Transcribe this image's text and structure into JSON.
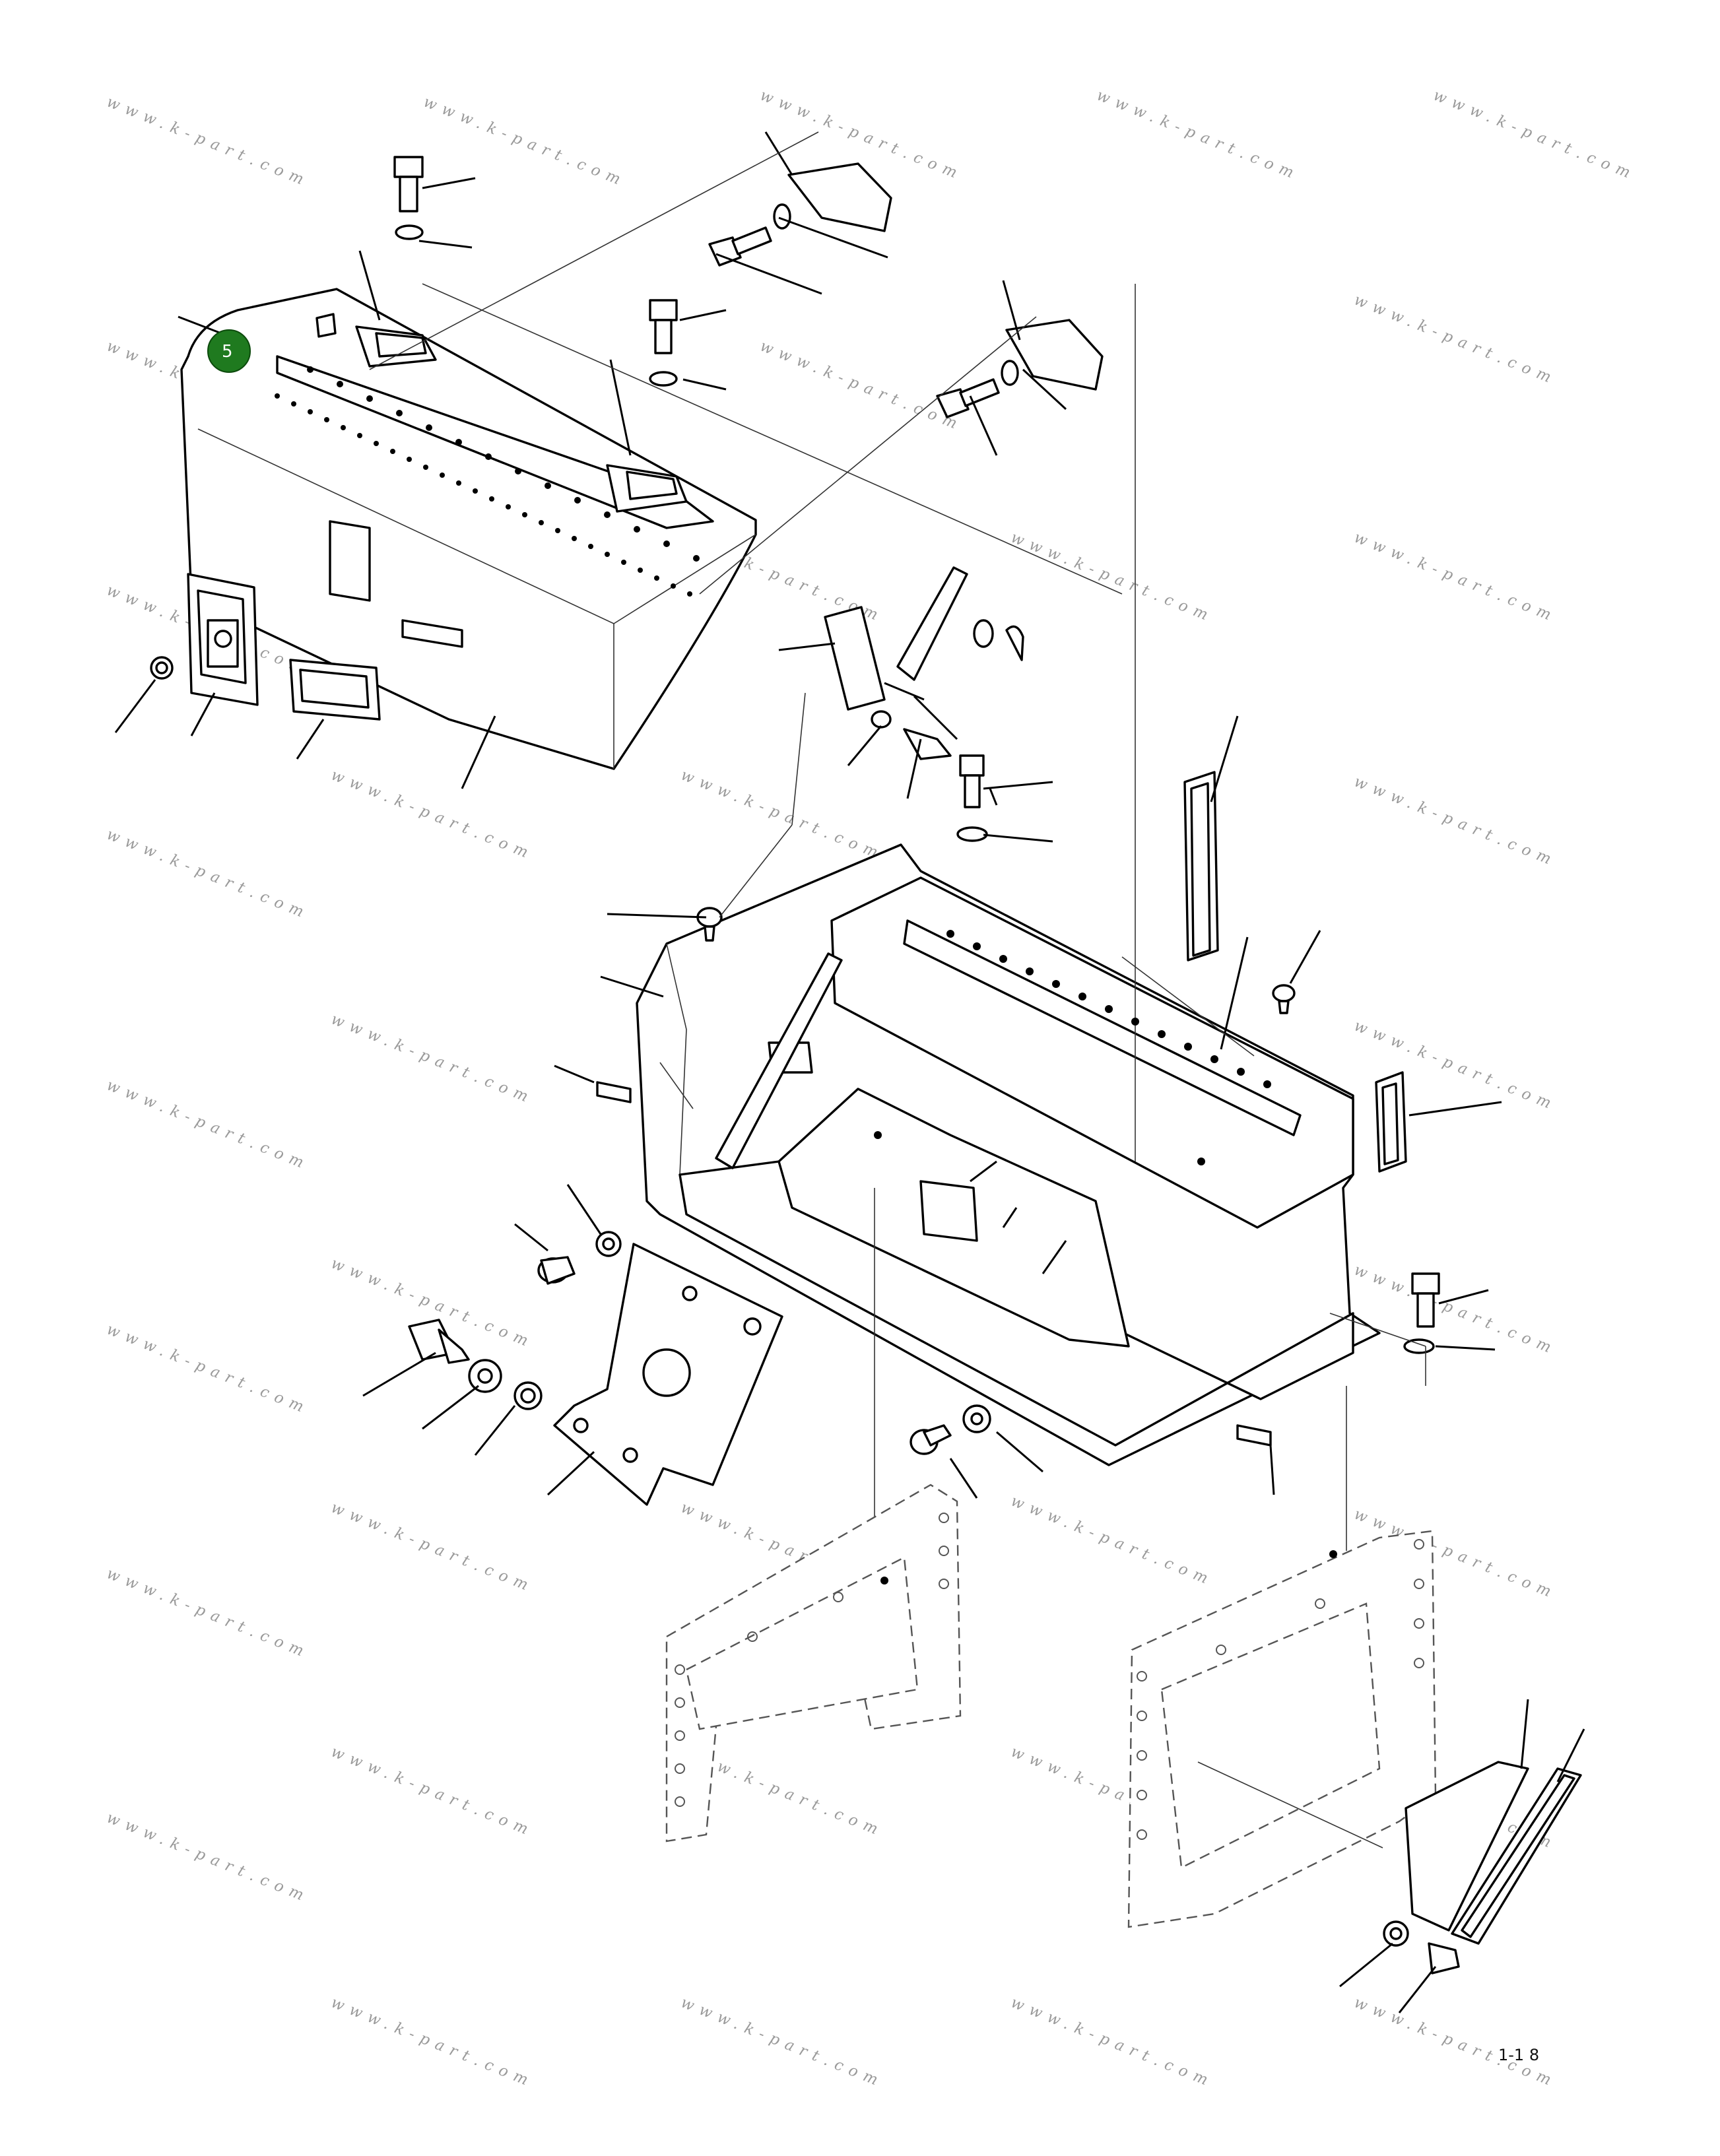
{
  "watermark_text": "www.k-part.com",
  "callout": {
    "label": "5",
    "color": "#1f7a1f"
  },
  "drawing_ref": "1-1 8"
}
